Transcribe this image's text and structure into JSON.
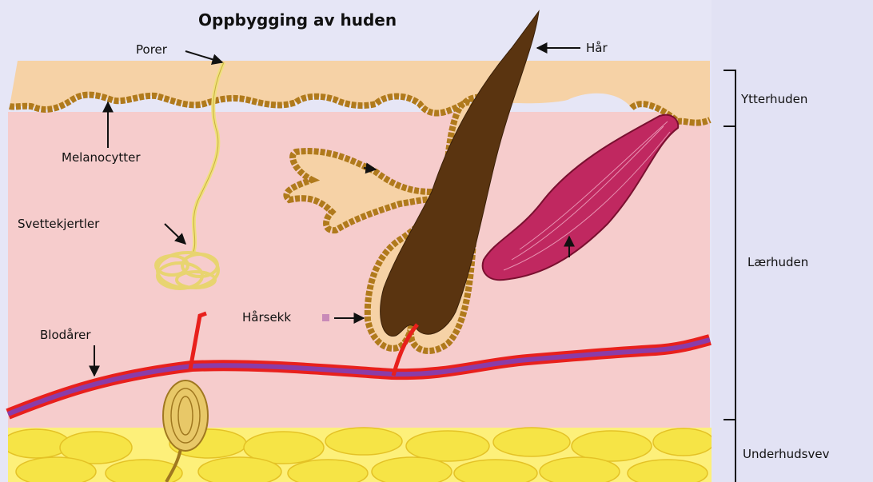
{
  "title": "Oppbygging av huden",
  "labels": {
    "pores": "Porer",
    "hair": "Hår",
    "melanocytes": "Melanocytter",
    "sweat_glands": "Svettekjertler",
    "blood_vessels": "Blodårer",
    "hair_follicle": "Hårsekk"
  },
  "layers": {
    "epidermis": "Ytterhuden",
    "dermis": "Lærhuden",
    "subcutis": "Underhudsvev"
  },
  "colors": {
    "background": "#e6e6f6",
    "epidermis": "#f6d2a6",
    "dermis": "#f6cccc",
    "border": "#b07a1c",
    "hair": "#5a3410",
    "muscle": "#c02860",
    "vessel_red": "#e8201c",
    "vessel_purple": "#8a3ca8",
    "fat": "#f6e446"
  }
}
